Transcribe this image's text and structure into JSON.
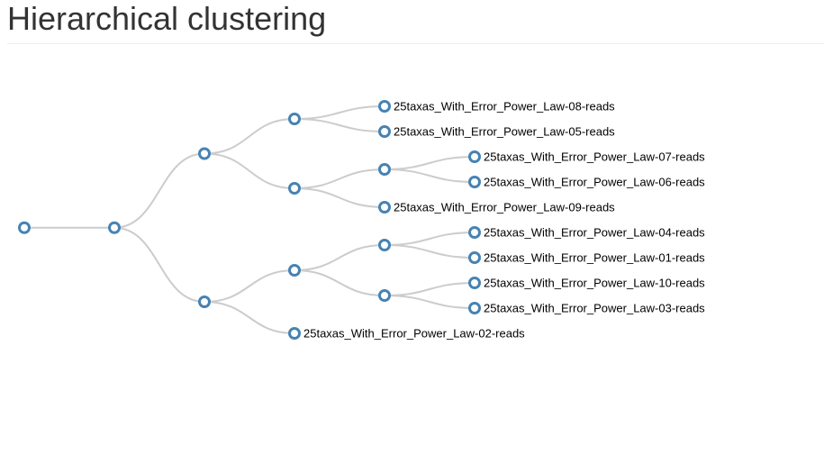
{
  "page": {
    "title": "Hierarchical clustering"
  },
  "colors": {
    "node_stroke": "#4682b4",
    "link_stroke": "#cccccc",
    "title_text": "#333333"
  },
  "tree": {
    "children": [
      {
        "children": [
          {
            "children": [
              {
                "children": [
                  {
                    "name": "25taxas_With_Error_Power_Law-08-reads"
                  },
                  {
                    "name": "25taxas_With_Error_Power_Law-05-reads"
                  }
                ]
              },
              {
                "children": [
                  {
                    "children": [
                      {
                        "name": "25taxas_With_Error_Power_Law-07-reads"
                      },
                      {
                        "name": "25taxas_With_Error_Power_Law-06-reads"
                      }
                    ]
                  },
                  {
                    "name": "25taxas_With_Error_Power_Law-09-reads"
                  }
                ]
              }
            ]
          },
          {
            "children": [
              {
                "children": [
                  {
                    "children": [
                      {
                        "name": "25taxas_With_Error_Power_Law-04-reads"
                      },
                      {
                        "name": "25taxas_With_Error_Power_Law-01-reads"
                      }
                    ]
                  },
                  {
                    "children": [
                      {
                        "name": "25taxas_With_Error_Power_Law-10-reads"
                      },
                      {
                        "name": "25taxas_With_Error_Power_Law-03-reads"
                      }
                    ]
                  }
                ]
              },
              {
                "name": "25taxas_With_Error_Power_Law-02-reads"
              }
            ]
          }
        ]
      }
    ]
  }
}
